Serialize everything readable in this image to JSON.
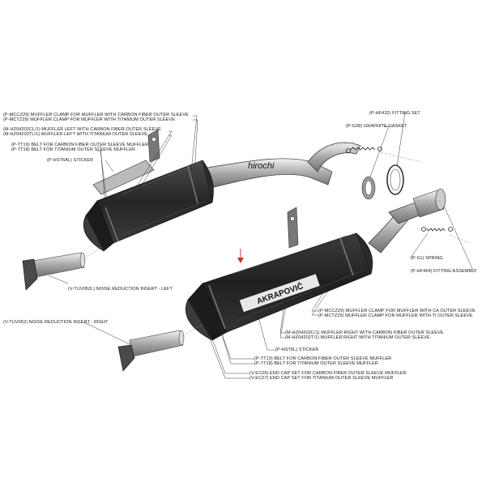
{
  "watermark": "hirochi",
  "brand_on_muffler": "AKRAPOVIČ",
  "arrow_color": "#d0312d",
  "labels_top_left": [
    {
      "id": "mccz29_l",
      "text": "(P-MCCZ29)  MUFFLER CLAMP FOR MUFFLER WITH CARBON FIBER OUTER SLEEVE"
    },
    {
      "id": "mctz29_l",
      "text": "(P-MCTZ29)  MUFFLER CLAMP FOR MUFFLER WITH TITANIUM OUTER SLEEVE"
    },
    {
      "id": "hz_c_l",
      "text": "(M-HZ04202CL/1)  MUFFLER LEFT WITH CARBON FIBER OUTER SLEEVE"
    },
    {
      "id": "hz_t_l",
      "text": "(M-HZ04202TL/1)  MUFFLER LEFT WITH TITANIUM OUTER SLEEVE"
    },
    {
      "id": "tt19_l",
      "text": "(P-TT19)  BELT FOR CARBON FIBER OUTER SLEEVE MUFFLER"
    },
    {
      "id": "tt18_l",
      "text": "(P-TT18)  BELT FOR TITANIUM OUTER SLEEVE MUFFLER"
    },
    {
      "id": "hst6al",
      "text": "(P-HST6AL)  STICKER"
    }
  ],
  "labels_top_right": [
    {
      "id": "hf432",
      "text": "(P-HF432)  FITTING SET"
    },
    {
      "id": "g28",
      "text": "(P-G28)  GRAPHITE GASKET"
    }
  ],
  "labels_middle": [
    {
      "id": "tuv052l",
      "text": "(V-TUV052L)  NOISE REDUCTION INSERT - LEFT"
    },
    {
      "id": "s1",
      "text": "(P-S1)  SPRING"
    },
    {
      "id": "hf464",
      "text": "(P-HF464)  FITTING ASSEMBLY"
    }
  ],
  "labels_bottom_right": [
    {
      "id": "mccz29_r",
      "text": "(P-MCCZ29)  MUFFLER CLAMP FOR MUFFLER WITH CA OUTER SLEEVE"
    },
    {
      "id": "mctz29_r",
      "text": "(P-MCTZ29)  MUFFLER CLAMP FOR MUFFLER WITH TI OUTER SLEEVE"
    },
    {
      "id": "hz_c_r",
      "text": "(M-HZ04202C/1)  MUFFLER RIGHT WITH CARBON FIBER OUTER SLEEVE"
    },
    {
      "id": "hz_t_r",
      "text": "(M-HZ04202T/1)  MUFFLER RIGHT WITH TITANIUM OUTER SLEEVE"
    },
    {
      "id": "hst6l",
      "text": "(P-HST6L)  STICKER"
    },
    {
      "id": "tt19_r",
      "text": "(P-TT19)  BELT FOR CARBON FIBER OUTER SLEEVE MUFFLER"
    },
    {
      "id": "tt18_r",
      "text": "(P-TT18)  BELT FOR TITANIUM OUTER SLEEVE MUFFLER"
    },
    {
      "id": "ec26",
      "text": "(V-EC26)  END CAP SET FOR CARBON FIBER OUTER SLEEVE MUFFLER"
    },
    {
      "id": "ec27",
      "text": "(V-EC27)  END CAP SET FOR TITANIUM OUTER SLEEVE MUFFLER"
    }
  ],
  "labels_left": [
    {
      "id": "tuv052",
      "text": "(V-TUV052)  NOISE REDUCTION INSERT - RIGHT"
    }
  ]
}
